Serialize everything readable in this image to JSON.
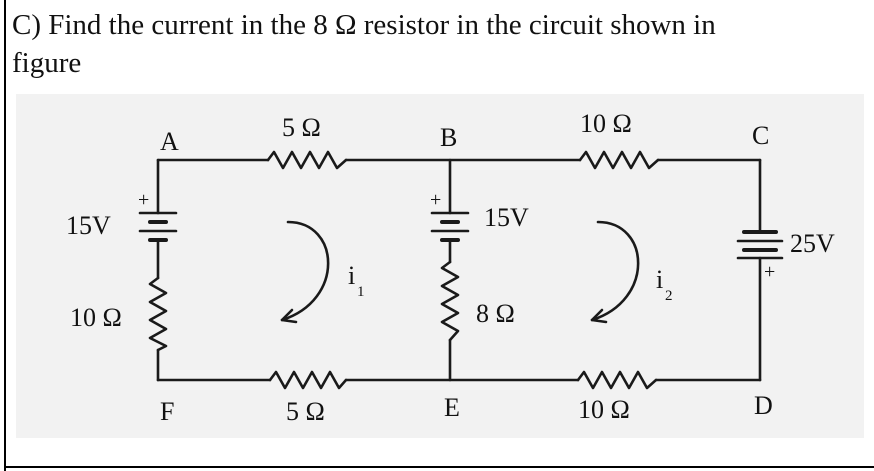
{
  "question": {
    "line1": "C) Find the current in the 8 Ω resistor in the circuit shown in",
    "line2": "figure"
  },
  "circuit": {
    "nodes": {
      "a": "A",
      "b": "B",
      "c": "C",
      "d": "D",
      "e": "E",
      "f": "F"
    },
    "resistors": {
      "r_ab": "5 Ω",
      "r_bc": "10 Ω",
      "r_af": "10 Ω",
      "r_fe": "5 Ω",
      "r_be": "8 Ω",
      "r_ed": "10 Ω"
    },
    "sources": {
      "left": "15V",
      "middle": "15V",
      "right": "25V",
      "plus": "+"
    },
    "loop_currents": {
      "i1": "i",
      "i1_sub": "1",
      "i2": "i",
      "i2_sub": "2"
    }
  },
  "colors": {
    "wire": "#1a1a1a",
    "background": "#f2f2f2"
  }
}
